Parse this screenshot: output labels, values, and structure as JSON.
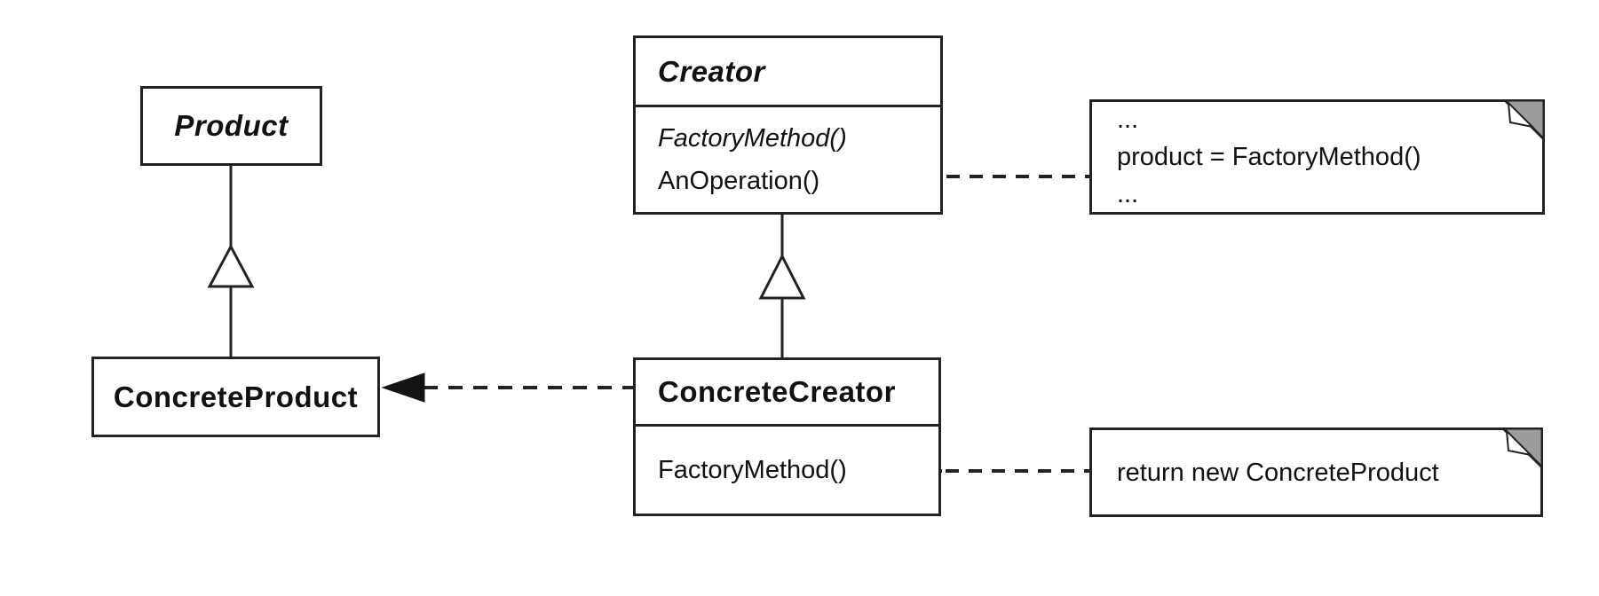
{
  "diagram": {
    "kind": "uml-class-diagram",
    "pattern": "Factory Method",
    "classes": {
      "product": {
        "name": "Product",
        "abstract": true
      },
      "concrete_product": {
        "name": "ConcreteProduct",
        "abstract": false
      },
      "creator": {
        "name": "Creator",
        "abstract": true,
        "methods": [
          {
            "name": "FactoryMethod()",
            "abstract": true
          },
          {
            "name": "AnOperation()",
            "abstract": false
          }
        ]
      },
      "concrete_creator": {
        "name": "ConcreteCreator",
        "abstract": false,
        "methods": [
          {
            "name": "FactoryMethod()",
            "abstract": false
          }
        ]
      }
    },
    "notes": {
      "creator_note": {
        "lines": [
          "...",
          "product = FactoryMethod()",
          "..."
        ]
      },
      "concrete_creator_note": {
        "lines": [
          "return new ConcreteProduct"
        ]
      }
    },
    "relationships": [
      {
        "type": "inheritance",
        "from": "ConcreteProduct",
        "to": "Product"
      },
      {
        "type": "inheritance",
        "from": "ConcreteCreator",
        "to": "Creator"
      },
      {
        "type": "creates-dashed-arrow",
        "from": "ConcreteCreator",
        "to": "ConcreteProduct"
      },
      {
        "type": "note-anchor",
        "from": "Creator.AnOperation()",
        "to": "creator_note"
      },
      {
        "type": "note-anchor",
        "from": "ConcreteCreator.FactoryMethod()",
        "to": "concrete_creator_note"
      }
    ],
    "colors": {
      "line": "#222222",
      "text": "#111111",
      "note_fold_gray": "#9c9c9c",
      "background": "#ffffff"
    }
  }
}
